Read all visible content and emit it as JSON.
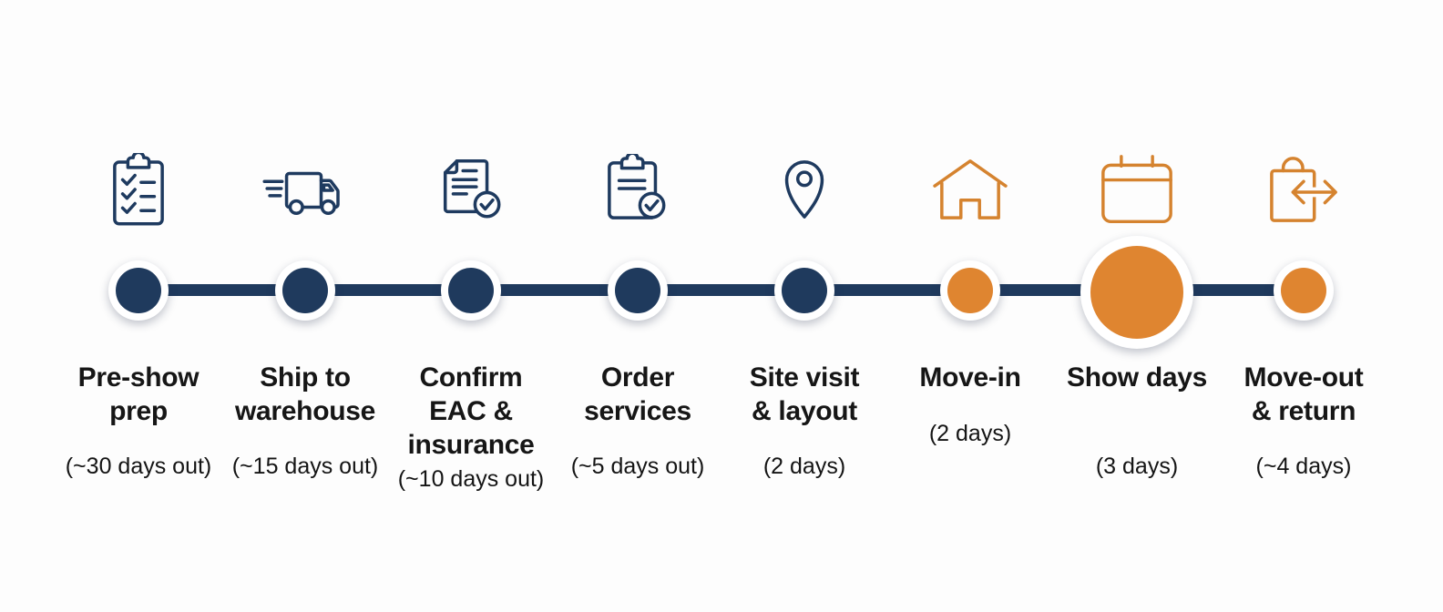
{
  "timeline": {
    "background": "#fdfdfd",
    "colors": {
      "navy": "#1f3a5d",
      "orange": "#df8530",
      "icon_orange": "#d5832f",
      "text": "#161616"
    },
    "items": [
      {
        "title": "Pre-show prep",
        "lines": [
          "Pre-show",
          "prep"
        ],
        "duration": "(~30 days out)",
        "icon": "clipboard-checklist-icon",
        "node_color": "navy",
        "node_size": "regular"
      },
      {
        "title": "Ship to warehouse",
        "lines": [
          "Ship to",
          "warehouse"
        ],
        "duration": "(~15 days out)",
        "icon": "delivery-truck-icon",
        "node_color": "navy",
        "node_size": "regular"
      },
      {
        "title": "Confirm EAC & insurance",
        "lines": [
          "Confirm",
          "EAC &",
          "insurance"
        ],
        "duration": "(~10 days out)",
        "icon": "document-check-icon",
        "node_color": "navy",
        "node_size": "regular"
      },
      {
        "title": "Order services",
        "lines": [
          "Order",
          "services"
        ],
        "duration": "(~5 days out)",
        "icon": "clipboard-check-icon",
        "node_color": "navy",
        "node_size": "regular"
      },
      {
        "title": "Site visit & layout",
        "lines": [
          "Site visit",
          "& layout"
        ],
        "duration": "(2 days)",
        "icon": "map-pin-icon",
        "node_color": "navy",
        "node_size": "regular"
      },
      {
        "title": "Move-in",
        "lines": [
          "Move-in"
        ],
        "duration": "(2 days)",
        "icon": "house-icon",
        "node_color": "orange",
        "node_size": "regular"
      },
      {
        "title": "Show days",
        "lines": [
          "Show days"
        ],
        "duration": "(3 days)",
        "icon": "calendar-icon",
        "node_color": "orange",
        "node_size": "large"
      },
      {
        "title": "Move-out & return",
        "lines": [
          "Move-out",
          "& return"
        ],
        "duration": "(~4 days)",
        "icon": "bag-return-icon",
        "node_color": "orange",
        "node_size": "regular"
      }
    ]
  }
}
